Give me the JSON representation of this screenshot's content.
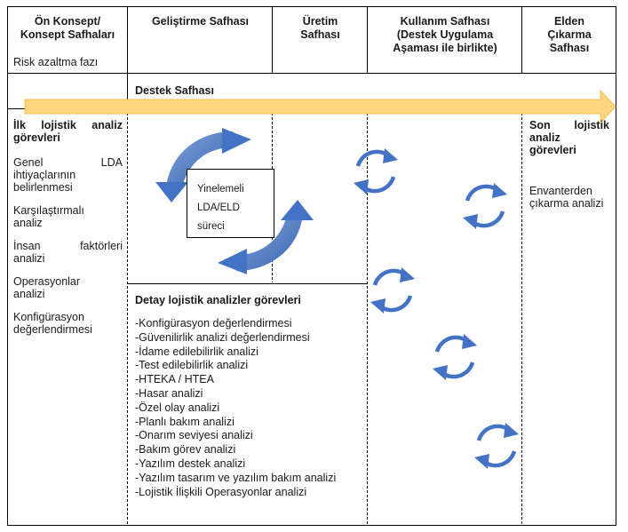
{
  "phases": {
    "pre_concept": {
      "title_line1": "Ön Konsept/",
      "title_line2": "Konsept Safhaları",
      "subtitle": "Risk azaltma fazı"
    },
    "development": {
      "title": "Geliştirme Safhası"
    },
    "production": {
      "title_line1": "Üretim",
      "title_line2": "Safhası"
    },
    "usage": {
      "title_line1": "Kullanım Safhası",
      "title_line2": "(Destek Uygulama",
      "title_line3": "Aşaması ile birlikte)"
    },
    "disposal": {
      "title_line1": "Elden",
      "title_line2": "Çıkarma",
      "title_line3": "Safhası"
    }
  },
  "support_phase": {
    "label": "Destek Safhası",
    "arrow_color": "#FFD580"
  },
  "initial_tasks": {
    "title_line1": "İlk lojistik analiz",
    "title_line2": "görevleri",
    "items": [
      {
        "line1": "Genel LDA",
        "line2": "ihtiyaçlarının",
        "line3": "belirlenmesi"
      },
      {
        "line1": "Karşılaştırmalı",
        "line2": "analiz"
      },
      {
        "line1": "İnsan faktörleri",
        "line2": "analizi"
      },
      {
        "line1": "Operasyonlar",
        "line2": "analizi"
      },
      {
        "line1": "Konfigürasyon",
        "line2": "değerlendirmesi"
      }
    ]
  },
  "iterative_box": {
    "line1": "Yinelemeli",
    "line2": "LDA/ELD",
    "line3": "süreci"
  },
  "detail_tasks": {
    "title": "Detay lojistik analizler görevleri",
    "items": [
      "-Konfigürasyon değerlendirmesi",
      "-Güvenilirlik analizi değerlendirmesi",
      "-İdame edilebilirlik analizi",
      "-Test edilebilirlik analizi",
      "-HTEKA / HTEA",
      "-Hasar analizi",
      "-Özel olay analizi",
      "-Planlı bakım analizi",
      "-Onarım seviyesi analizi",
      "-Bakım görev analizi",
      "-Yazılım destek analizi",
      "-Yazılım tasarım ve yazılım bakım analizi",
      "-Lojistik İlişkili Operasyonlar analizi"
    ]
  },
  "final_tasks": {
    "title_line1": "Son lojistik",
    "title_line2": "analiz",
    "title_line3": "görevleri",
    "item_line1": "Envanterden",
    "item_line2": "çıkarma analizi"
  },
  "colors": {
    "cycle_arrow": "#4472C4",
    "cycle_arrow_dark": "#2F5597",
    "border": "#000000"
  }
}
